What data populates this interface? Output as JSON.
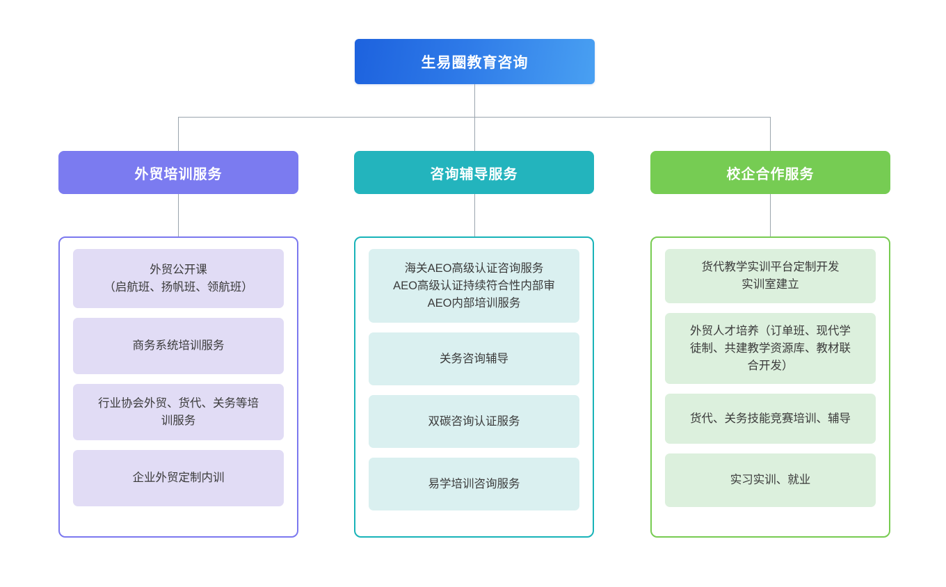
{
  "root": {
    "title": "生易圈教育咨询",
    "color": "#2e7ae8"
  },
  "connector_color": "#9aa4ad",
  "columns": [
    {
      "header": "外贸培训服务",
      "accent": "#7b7bf0",
      "card_fill": "#e1dcf5",
      "cards": [
        {
          "text": "外贸公开课\n（启航班、扬帆班、领航班）"
        },
        {
          "text": "商务系统培训服务"
        },
        {
          "text": "行业协会外贸、货代、关务等培\n训服务"
        },
        {
          "text": "企业外贸定制内训"
        }
      ]
    },
    {
      "header": "咨询辅导服务",
      "accent": "#23b4bd",
      "card_fill": "#daf0f0",
      "cards": [
        {
          "text": "海关AEO高级认证咨询服务\nAEO高级认证持续符合性内部审\nAEO内部培训服务"
        },
        {
          "text": "关务咨询辅导"
        },
        {
          "text": "双碳咨询认证服务"
        },
        {
          "text": "易学培训咨询服务"
        }
      ]
    },
    {
      "header": "校企合作服务",
      "accent": "#76cc53",
      "card_fill": "#dcf0dd",
      "cards": [
        {
          "text": "货代教学实训平台定制开发\n实训室建立"
        },
        {
          "text": "外贸人才培养（订单班、现代学\n徒制、共建教学资源库、教材联\n合开发）"
        },
        {
          "text": "货代、关务技能竞赛培训、辅导"
        },
        {
          "text": "实习实训、就业"
        }
      ]
    }
  ]
}
